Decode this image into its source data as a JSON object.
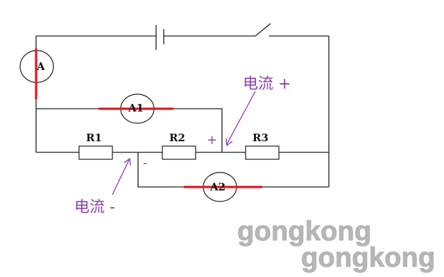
{
  "ammeters": {
    "main": "A",
    "a1": "A1",
    "a2": "A2"
  },
  "resistors": {
    "r1": "R1",
    "r2": "R2",
    "r3": "R3"
  },
  "annotations": {
    "plus_note": "电流 +",
    "minus_note": "电流 -",
    "plus_sign": "+",
    "minus_sign": "-"
  },
  "watermark": [
    "gongkong",
    "gongkong"
  ],
  "colors": {
    "wire": "#1a1a1a",
    "highlight": "#e8141c",
    "annotation": "#8a3fb0",
    "watermark": "#b7b7b7"
  }
}
